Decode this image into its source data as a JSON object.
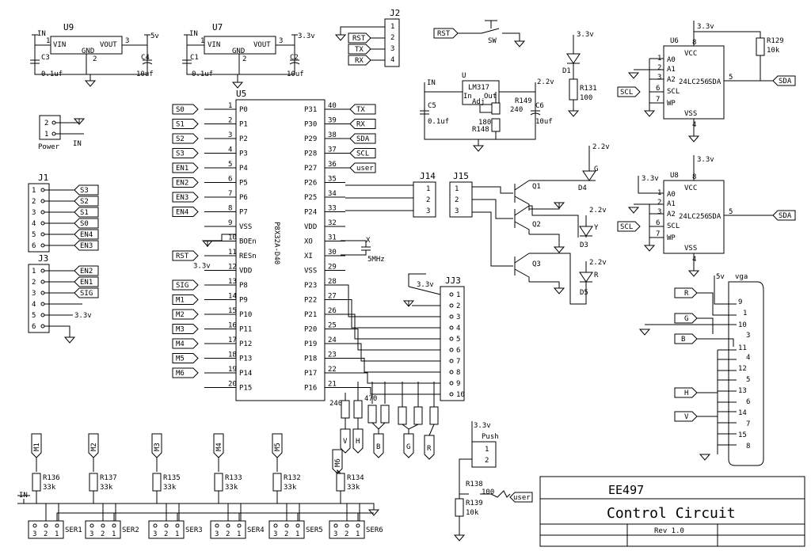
{
  "mcu": {
    "ref": "U5",
    "part": "P8X32A-D40",
    "left_pins": [
      {
        "num": "1",
        "name": "P0",
        "net": "S0"
      },
      {
        "num": "2",
        "name": "P1",
        "net": "S1"
      },
      {
        "num": "3",
        "name": "P2",
        "net": "S2"
      },
      {
        "num": "4",
        "name": "P3",
        "net": "S3"
      },
      {
        "num": "5",
        "name": "P4",
        "net": "EN1"
      },
      {
        "num": "6",
        "name": "P5",
        "net": "EN2"
      },
      {
        "num": "7",
        "name": "P6",
        "net": "EN3"
      },
      {
        "num": "8",
        "name": "P7",
        "net": "EN4"
      },
      {
        "num": "9",
        "name": "VSS",
        "net": ""
      },
      {
        "num": "10",
        "name": "BOEn",
        "net": ""
      },
      {
        "num": "11",
        "name": "RESn",
        "net": "RST"
      },
      {
        "num": "12",
        "name": "VDD",
        "net": "3.3v"
      },
      {
        "num": "13",
        "name": "P8",
        "net": "SIG"
      },
      {
        "num": "14",
        "name": "P9",
        "net": "M1"
      },
      {
        "num": "15",
        "name": "P10",
        "net": "M2"
      },
      {
        "num": "16",
        "name": "P11",
        "net": "M3"
      },
      {
        "num": "17",
        "name": "P12",
        "net": "M4"
      },
      {
        "num": "18",
        "name": "P13",
        "net": "M5"
      },
      {
        "num": "19",
        "name": "P14",
        "net": "M6"
      },
      {
        "num": "20",
        "name": "P15",
        "net": ""
      }
    ],
    "right_pins": [
      {
        "num": "40",
        "name": "P31",
        "net": "TX"
      },
      {
        "num": "39",
        "name": "P30",
        "net": "RX"
      },
      {
        "num": "38",
        "name": "P29",
        "net": "SDA"
      },
      {
        "num": "37",
        "name": "P28",
        "net": "SCL"
      },
      {
        "num": "36",
        "name": "P27",
        "net": "user"
      },
      {
        "num": "35",
        "name": "P26",
        "net": ""
      },
      {
        "num": "34",
        "name": "P25",
        "net": ""
      },
      {
        "num": "33",
        "name": "P24",
        "net": ""
      },
      {
        "num": "32",
        "name": "VDD",
        "net": ""
      },
      {
        "num": "31",
        "name": "XO",
        "net": ""
      },
      {
        "num": "30",
        "name": "XI",
        "net": ""
      },
      {
        "num": "29",
        "name": "VSS",
        "net": ""
      },
      {
        "num": "28",
        "name": "P23",
        "net": ""
      },
      {
        "num": "27",
        "name": "P22",
        "net": ""
      },
      {
        "num": "26",
        "name": "P21",
        "net": ""
      },
      {
        "num": "25",
        "name": "P20",
        "net": ""
      },
      {
        "num": "24",
        "name": "P19",
        "net": ""
      },
      {
        "num": "23",
        "name": "P18",
        "net": ""
      },
      {
        "num": "22",
        "name": "P17",
        "net": ""
      },
      {
        "num": "21",
        "name": "P16",
        "net": ""
      }
    ],
    "crystal": {
      "ref": "X",
      "value": "5MHz"
    }
  },
  "regulators": {
    "u9": {
      "ref": "U9",
      "vin": "VIN",
      "vout": "VOUT",
      "gnd": "GND",
      "in": "IN",
      "out": "5v",
      "c_in": "C3",
      "c_in_val": "0.1uf",
      "c_out": "C4",
      "c_out_val": "10uf"
    },
    "u7": {
      "ref": "U7",
      "vin": "VIN",
      "vout": "VOUT",
      "gnd": "GND",
      "in": "IN",
      "out": "3.3v",
      "c_in": "C1",
      "c_in_val": "0.1uf",
      "c_out": "C2",
      "c_out_val": "10uf"
    },
    "lm317": {
      "ref": "U",
      "part": "LM317",
      "in_lbl": "In",
      "out_lbl": "Out",
      "adj": "Adj",
      "in": "IN",
      "out": "2.2v",
      "c_in": "C5",
      "c_in_val": "0.1uf",
      "c_out": "C6",
      "c_out_val": "10uf",
      "r1": "R149",
      "r1_val": "240",
      "r2": "R148",
      "r2_val": "180"
    }
  },
  "power_conn": {
    "label": "Power",
    "net": "IN"
  },
  "j2": {
    "ref": "J2",
    "pins": [
      "RST",
      "TX",
      "RX"
    ]
  },
  "reset": {
    "net": "RST",
    "ref": "SW"
  },
  "led_d1": {
    "ref": "D1",
    "supply": "3.3v",
    "res": "R131",
    "res_val": "100"
  },
  "eeproms": [
    {
      "ref": "U6",
      "part": "24LC256",
      "supply": "3.3v",
      "r": "R129",
      "r_val": "10k"
    },
    {
      "ref": "U8",
      "part": "24LC256",
      "supply": "3.3v"
    }
  ],
  "eeprom_pins": {
    "a0": "A0",
    "a1": "A1",
    "a2": "A2",
    "scl": "SCL",
    "wp": "WP",
    "vcc": "VCC",
    "vss": "VSS",
    "sda": "SDA"
  },
  "rgb": {
    "j14": "J14",
    "j15": "J15",
    "q": [
      "Q1",
      "Q2",
      "Q3"
    ],
    "d": [
      "D4",
      "D3",
      "D5"
    ],
    "col": [
      "G",
      "Y",
      "R"
    ],
    "v": "2.2v"
  },
  "j1": {
    "ref": "J1",
    "nets": [
      "S3",
      "S2",
      "S1",
      "S0",
      "EN4",
      "EN3"
    ]
  },
  "j3": {
    "ref": "J3",
    "nets": [
      "EN2",
      "EN1",
      "SIG",
      "",
      "3.3v",
      ""
    ]
  },
  "jj3": {
    "ref": "JJ3",
    "supply": "3.3v"
  },
  "vga_res": {
    "r1": "470",
    "r2": "240",
    "nets": [
      "V",
      "H",
      "B",
      "G",
      "R"
    ]
  },
  "push": {
    "label": "Push",
    "supply": "3.3v",
    "r138": "R138",
    "r138_val": "100",
    "r139": "R139",
    "r139_val": "10k",
    "net": "user"
  },
  "vga": {
    "label": "vga",
    "supply": "5v",
    "nets": [
      "R",
      "G",
      "B",
      "H",
      "V"
    ]
  },
  "servos": [
    {
      "net": "M1",
      "r": "R136",
      "val": "33k",
      "ser": "SER1"
    },
    {
      "net": "M2",
      "r": "R137",
      "val": "33k",
      "ser": "SER2"
    },
    {
      "net": "M3",
      "r": "R135",
      "val": "33k",
      "ser": "SER3"
    },
    {
      "net": "M4",
      "r": "R133",
      "val": "33k",
      "ser": "SER4"
    },
    {
      "net": "M5",
      "r": "R132",
      "val": "33k",
      "ser": "SER5"
    },
    {
      "net": "M6",
      "r": "R134",
      "val": "33k",
      "ser": "SER6"
    }
  ],
  "servo_in": "IN",
  "title_block": {
    "course": "EE497",
    "title": "Control Circuit",
    "rev": "Rev 1.0"
  }
}
